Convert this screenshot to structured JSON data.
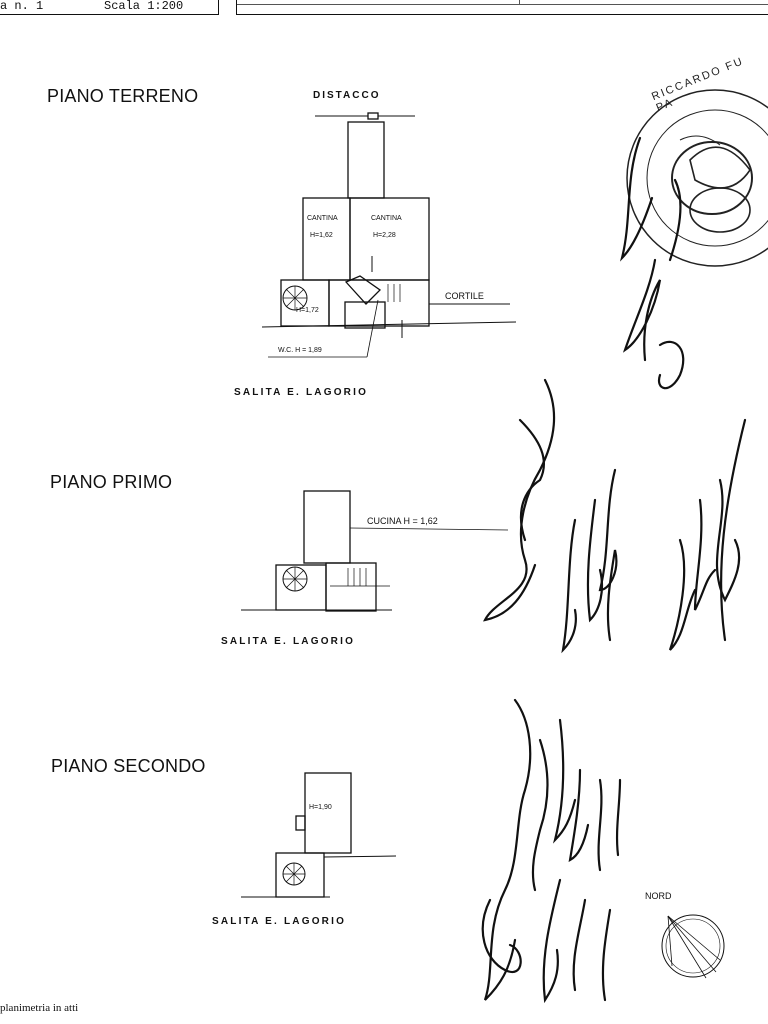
{
  "header": {
    "sheet_label": "a n. 1",
    "scale_label": "Scala 1:200"
  },
  "floors": [
    {
      "title": "PIANO TERRENO",
      "street": "SALITA E. LAGORIO",
      "top_label": "DISTACCO",
      "rooms": [
        {
          "name": "CANTINA",
          "height": "H=1,62"
        },
        {
          "name": "CANTINA",
          "height": "H=2,28"
        }
      ],
      "stair_height": "H=1,72",
      "courtyard": "CORTILE",
      "wc_label": "W.C. H = 1,89"
    },
    {
      "title": "PIANO PRIMO",
      "street": "SALITA E. LAGORIO",
      "kitchen_label": "CUCINA H = 1,62"
    },
    {
      "title": "PIANO SECONDO",
      "street": "SALITA E. LAGORIO",
      "room_height": "H=1,90"
    }
  ],
  "north_label": "NORD",
  "stamp_text": "RICCARDO FU PA",
  "footer_text": "planimetria in atti"
}
